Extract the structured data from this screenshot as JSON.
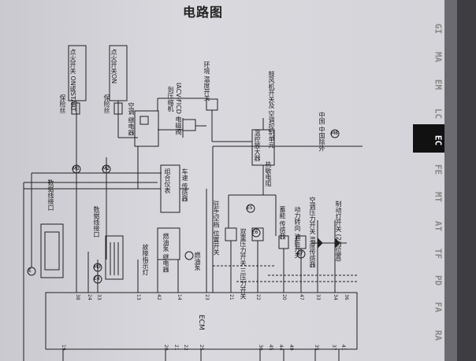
{
  "page_title": "电路图",
  "switch_start": "点火开关 ON或START",
  "switch_on": "点火开关ON",
  "fuse_left": "保险丝",
  "fuse_right": "保险丝",
  "ac_relay": "空调 继电器",
  "compressor": "到压缩机",
  "iacv": "IACV-FICD 电磁阀",
  "env_switch": "环境 温度开关",
  "fan_switch": "鼓风机开关及 空调控制单元",
  "china_model": "中国 中国除外",
  "thermo_amp": "温控放大器",
  "thermo_label": "热敏电阻",
  "combo_meter": "组合仪表",
  "vss": "车速 传感器",
  "park_switch": "驻车/空档 位置开关",
  "pressure_switch": "双重压力开关 三压力开关",
  "fuel_relay": "燃油泵 继电器",
  "fuel_pump": "燃油泵",
  "mil": "故障指示灯",
  "data_link1": "数据线接口",
  "data_link2": "数据线接口",
  "throttle_sensor": "蓄能 传感器",
  "power_steer": "动力转向 油压开关",
  "ac_switch_sensor": "空调压力开关 温度传感器",
  "neutral_switch": "制动灯开关 (2档位置)",
  "ecm": "ECM",
  "connector_labels": [
    "E",
    "M1",
    "M2",
    "M3",
    "E4",
    "E5",
    "E6",
    "E7",
    "M8"
  ],
  "pin_top": [
    "19",
    "20",
    "21",
    "22",
    "25",
    "30",
    "45",
    "44",
    "49",
    "35",
    "37",
    "41"
  ],
  "pin_bottom": [
    "38",
    "24",
    "33",
    "13",
    "42",
    "14",
    "23",
    "21",
    "22",
    "20",
    "47",
    "33",
    "34",
    "36"
  ],
  "section_tabs": [
    "GI",
    "MA",
    "EM",
    "LC",
    "EC",
    "FE",
    "MT",
    "AT",
    "TF",
    "PD",
    "FA",
    "RA"
  ],
  "active_tab": "EC"
}
